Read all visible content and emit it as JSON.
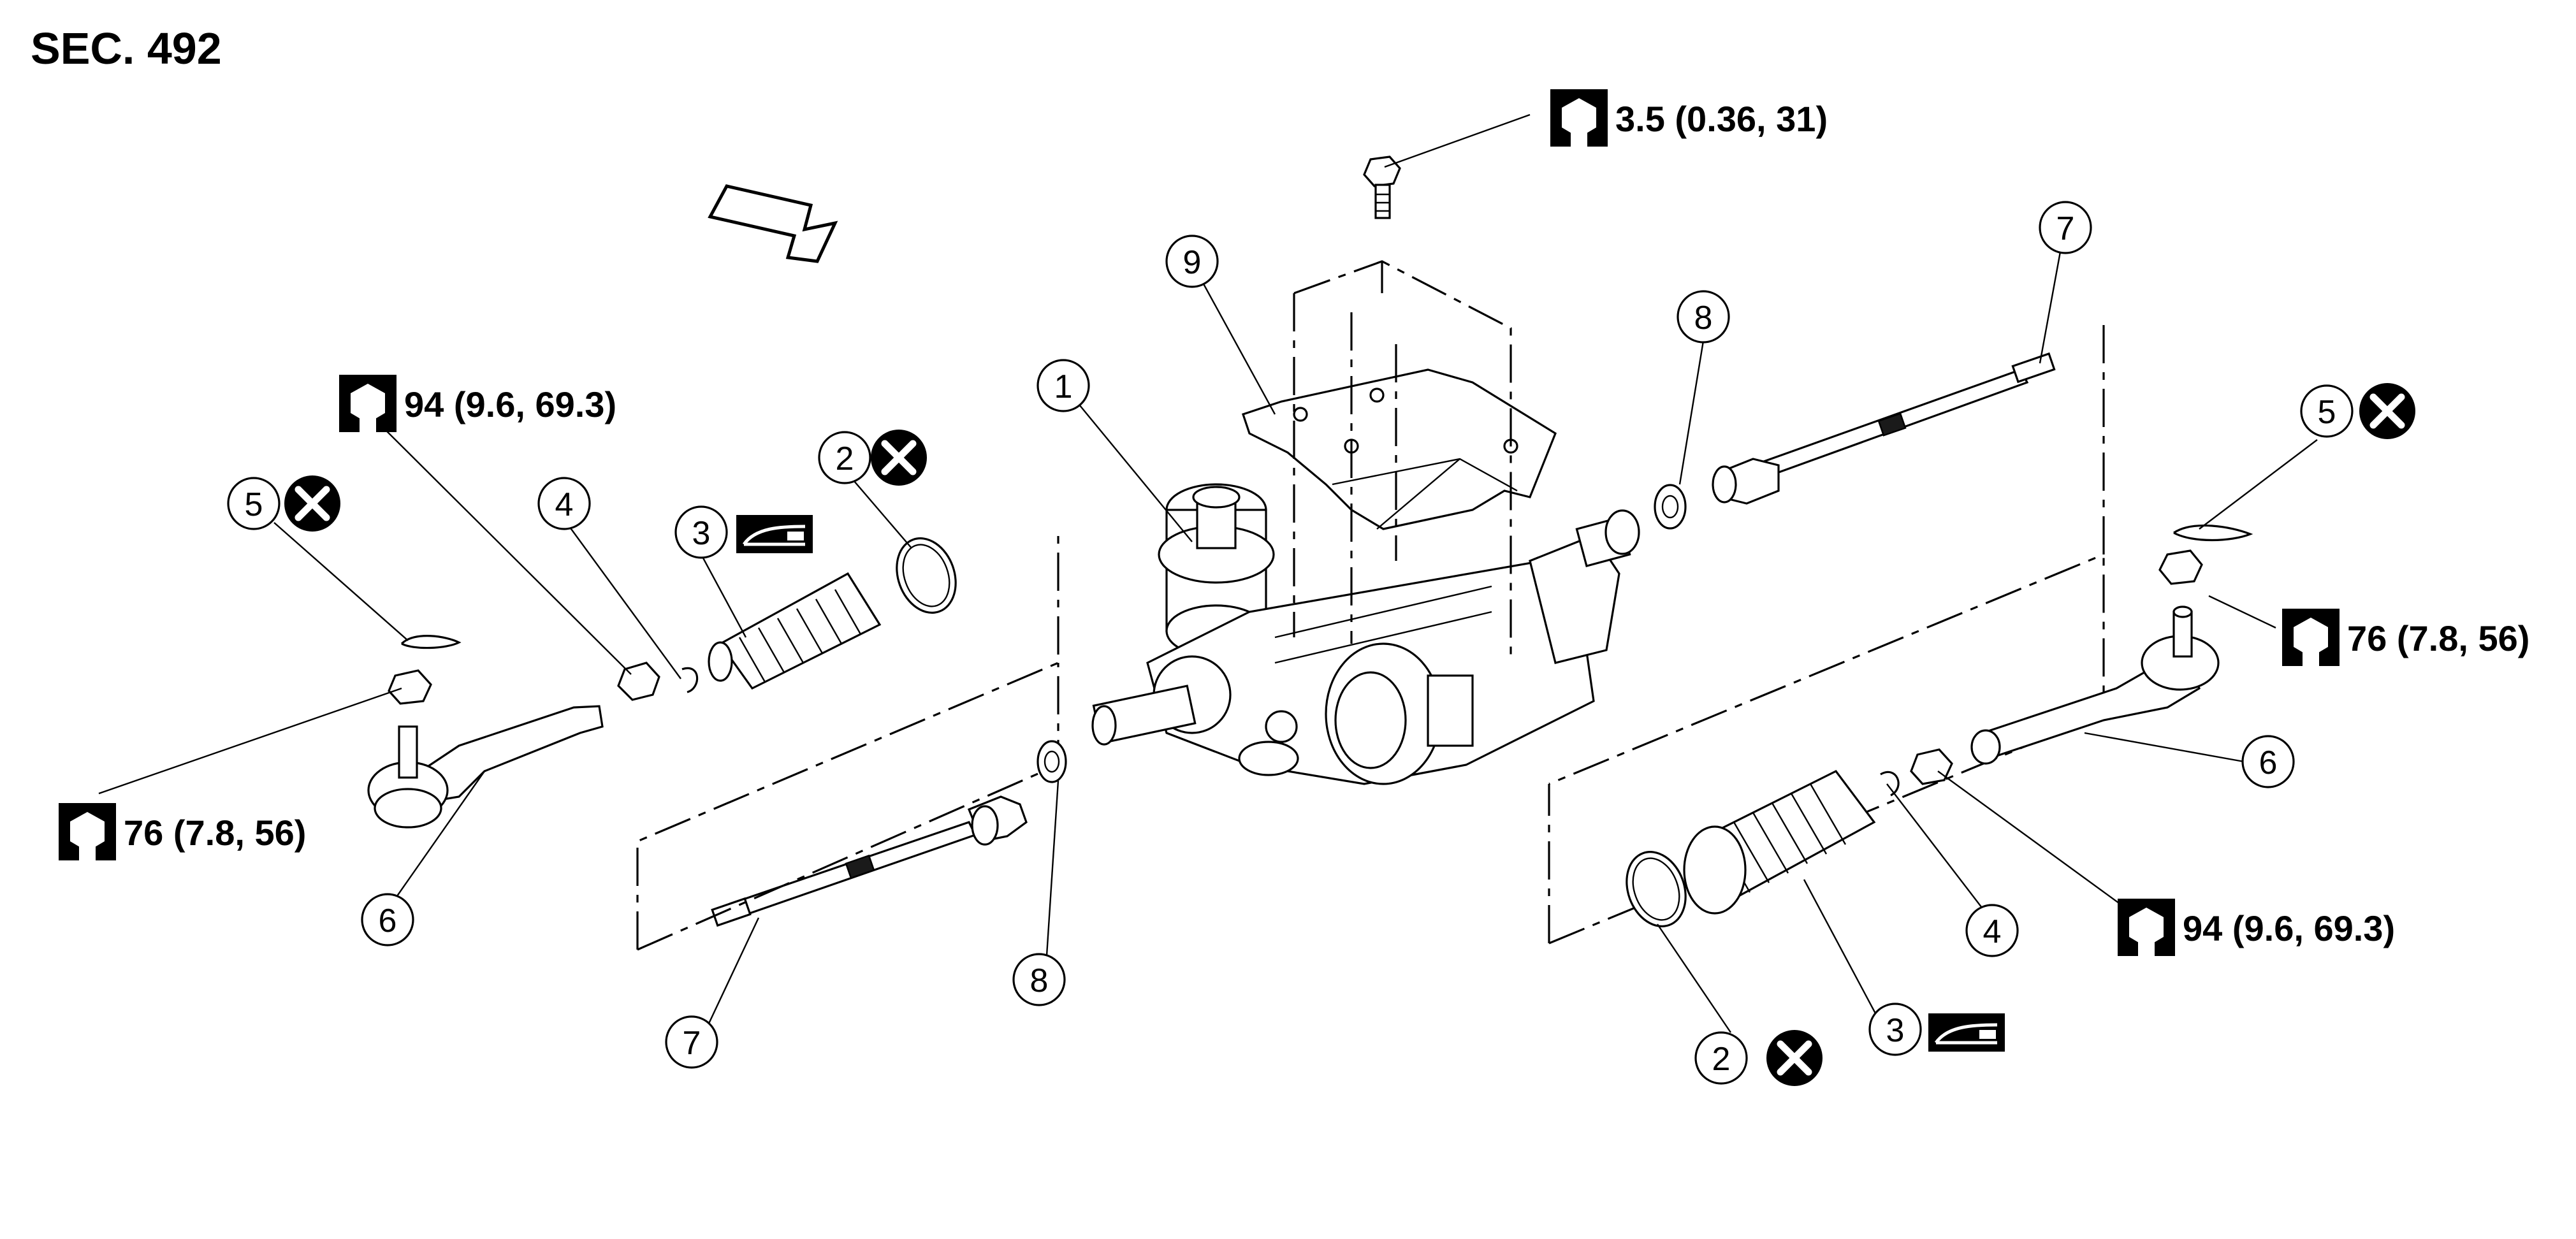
{
  "section_label": "SEC. 492",
  "torque_labels": [
    "3.5 (0.36, 31)",
    "94 (9.6, 69.3)",
    "76 (7.8, 56)",
    "76 (7.8, 56)",
    "94 (9.6, 69.3)"
  ],
  "callouts": [
    "1",
    "2",
    "3",
    "4",
    "5",
    "6",
    "7",
    "8",
    "9"
  ],
  "icons": {
    "torque": "torque-wrench-icon",
    "do_not_reuse": "do-not-reuse-icon",
    "grease": "grease-apply-icon",
    "front": "front-direction-arrow-icon"
  }
}
